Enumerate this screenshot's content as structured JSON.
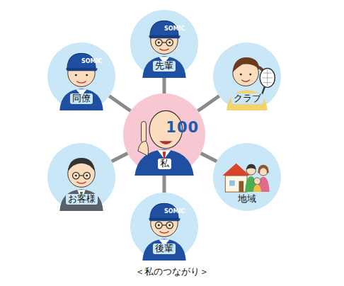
{
  "diagram": {
    "caption": "＜私のつながり＞",
    "nodes": [
      {
        "text": [
          "先輩"
        ]
      },
      {
        "text": [
          "同僚"
        ]
      },
      {
        "text": [
          "クラブ"
        ]
      },
      {
        "text": [
          "私"
        ]
      },
      {
        "text": [
          "お客様"
        ]
      },
      {
        "text": [
          "地域"
        ]
      },
      {
        "text": [
          "後輩"
        ]
      }
    ],
    "edges": [
      {
        "from": 3,
        "to": 0,
        "arrow": "none"
      },
      {
        "from": 3,
        "to": 1,
        "arrow": "none"
      },
      {
        "from": 3,
        "to": 2,
        "arrow": "none"
      },
      {
        "from": 3,
        "to": 4,
        "arrow": "none"
      },
      {
        "from": 3,
        "to": 5,
        "arrow": "none"
      },
      {
        "from": 3,
        "to": 6,
        "arrow": "none"
      }
    ],
    "labels": [
      "SOMIC",
      "SOMIC",
      "SOMIC",
      "100"
    ]
  }
}
